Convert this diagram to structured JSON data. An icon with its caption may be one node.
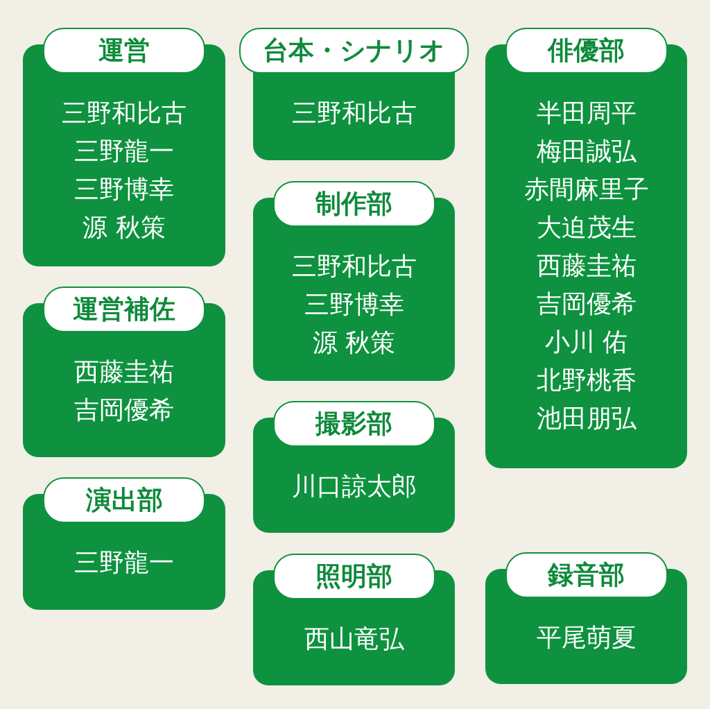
{
  "diagram": {
    "nodes": [
      {
        "text": [
          "運営",
          "三野和比古",
          "三野龍一",
          "三野博幸",
          "源 秋策"
        ]
      },
      {
        "text": [
          "運営補佐",
          "西藤圭祐",
          "吉岡優希"
        ]
      },
      {
        "text": [
          "演出部",
          "三野龍一"
        ]
      },
      {
        "text": [
          "台本・シナリオ",
          "三野和比古"
        ]
      },
      {
        "text": [
          "制作部",
          "三野和比古",
          "三野博幸",
          "源 秋策"
        ]
      },
      {
        "text": [
          "撮影部",
          "川口諒太郎"
        ]
      },
      {
        "text": [
          "照明部",
          "西山竜弘"
        ]
      },
      {
        "text": [
          "俳優部",
          "半田周平",
          "梅田誠弘",
          "赤間麻里子",
          "大迫茂生",
          "西藤圭祐",
          "吉岡優希",
          "小川 佑",
          "北野桃香",
          "池田朋弘"
        ]
      },
      {
        "text": [
          "録音部",
          "平尾萌夏"
        ]
      }
    ]
  }
}
